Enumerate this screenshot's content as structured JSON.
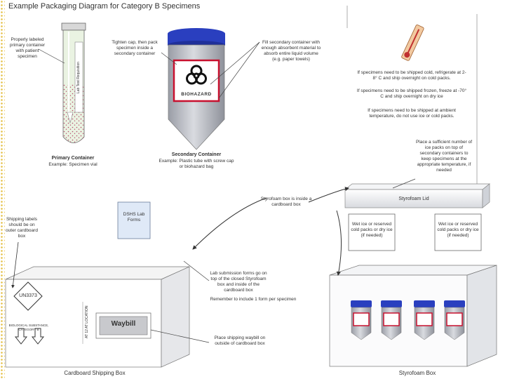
{
  "title": "Example Packaging Diagram for Category B Specimens",
  "primary": {
    "callout": "Properly labeled primary container with patient specimen",
    "tube_label": "Lab Test Requisition",
    "caption_title": "Primary Container",
    "caption_sub": "Example: Specimen vial"
  },
  "secondary": {
    "callout_cap": "Tighten cap, then pack specimen inside a secondary container",
    "callout_absorb": "Fill secondary container with enough absorbent material to absorb entire liquid volume (e.g. paper towels)",
    "biohazard": "BIOHAZARD",
    "caption_title": "Secondary Container",
    "caption_sub": "Example: Plastic tube with screw cap or biohazard bag"
  },
  "temps": {
    "refrigerate": "If specimens need to be shipped cold, refrigerate at 2-8° C and ship overnight on cold packs.",
    "frozen": "If specimens need to be shipped frozen, freeze at -70° C and ship overnight on dry ice",
    "ambient": "If specimens need to be shipped at ambient temperature, do not use ice or cold packs.",
    "coldpacks": "Place a sufficient number of ice packs on top of secondary containers to keep specimens at the appropriate temperature, if needed"
  },
  "styrofoam": {
    "lid": "Styrofoam Lid",
    "inside_box": "Styrofoam box is inside a cardboard box",
    "wet_left": "Wet ice or reserved cold packs or dry ice (if needed)",
    "wet_right": "Wet ice or reserved cold packs or dry ice (if needed)",
    "box_label": "Styrofoam Box"
  },
  "cardboard": {
    "shipping_labels": "Shipping labels should be on outer cardboard box",
    "lab_forms": "DSHS Lab Forms",
    "un_code": "UN3373",
    "substance": "BIOLOGICAL SUBSTANCE, CATEGORY B",
    "side_text": "AT 12 AT LOCATION HERE",
    "waybill": "Waybill",
    "forms_note": "Lab submission forms go on top of the closed Styrofoam box and inside of the cardboard box",
    "reminder": "Remember to include 1 form per specimen",
    "waybill_note": "Place shipping waybill on outside of cardboard box",
    "box_label": "Cardboard Shipping Box"
  },
  "colors": {
    "cap_blue": "#2a3fbf",
    "biohazard_red": "#c8102e",
    "metal_gray": "#b9bcc4",
    "thermo_orange": "#e8a060",
    "border_gold": "#e6c24a"
  }
}
